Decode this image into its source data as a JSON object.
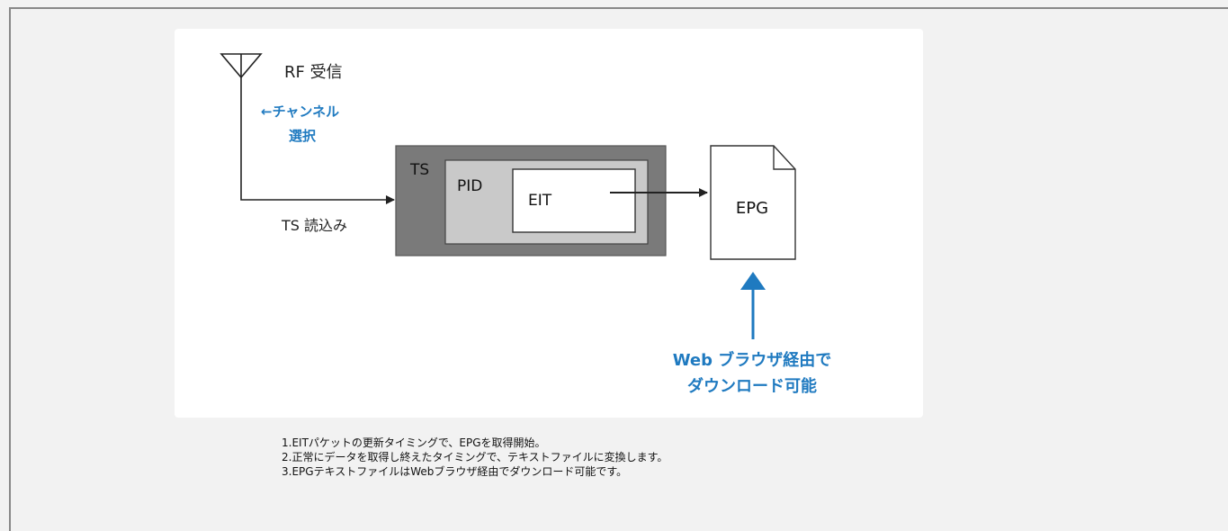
{
  "diagram": {
    "rf_label": "RF 受信",
    "channel_line1": "←チャンネル",
    "channel_line2": "選択",
    "ts_read_label": "TS 読込み",
    "ts_box_label": "TS",
    "pid_box_label": "PID",
    "eit_box_label": "EIT",
    "epg_doc_label": "EPG",
    "web_line1": "Web ブラウザ経由で",
    "web_line2": "ダウンロード可能",
    "colors": {
      "blue_accent": "#1f7ac0",
      "ts_box": "#7a7a7a",
      "pid_box": "#c9c9c9",
      "line": "#222222"
    }
  },
  "notes": [
    "1.EITパケットの更新タイミングで、EPGを取得開始。",
    "2.正常にデータを取得し終えたタイミングで、テキストファイルに変換します。",
    "3.EPGテキストファイルはWebブラウザ経由でダウンロード可能です。"
  ]
}
